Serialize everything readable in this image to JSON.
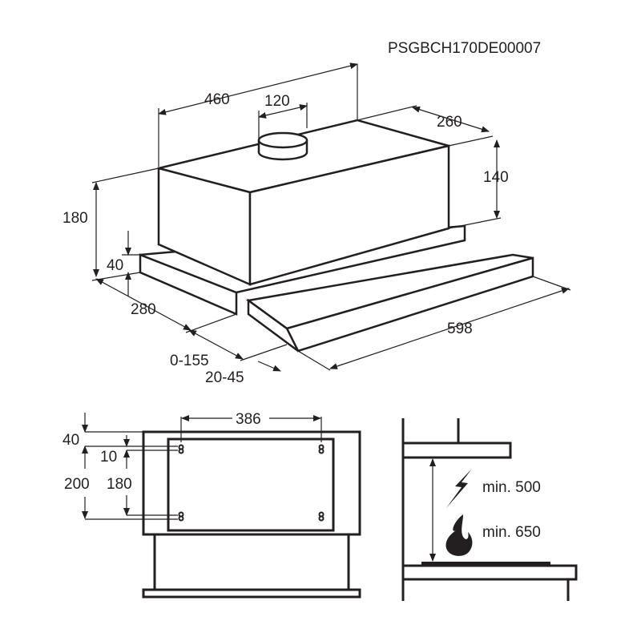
{
  "model_code": "PSGBCH170DE00007",
  "iso_view": {
    "width": "460",
    "duct_diameter": "120",
    "depth": "260",
    "body_height": "140",
    "total_height": "180",
    "front_height": "40",
    "base_depth": "280",
    "extension": "0-155",
    "panel": "20-45",
    "total_width": "598"
  },
  "front_view": {
    "hole_spacing": "386",
    "top_offset": "40",
    "hole_offset": "10",
    "total_height": "200",
    "hole_vertical_spacing": "180"
  },
  "clearance_view": {
    "electric_label": "min. 500",
    "gas_label": "min. 650",
    "icons": [
      "lightning-icon",
      "flame-icon"
    ]
  }
}
